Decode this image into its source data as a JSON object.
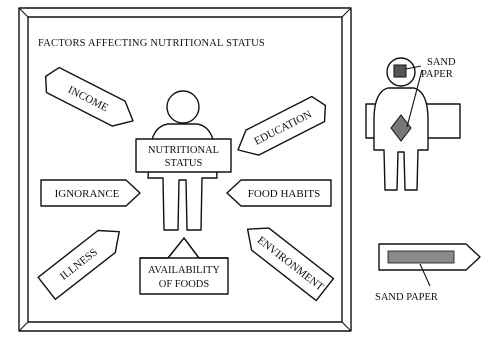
{
  "board": {
    "title": "FACTORS AFFECTING NUTRITIONAL STATUS"
  },
  "center": {
    "line1": "NUTRITIONAL",
    "line2": "STATUS"
  },
  "factors": {
    "income": "INCOME",
    "education": "EDUCATION",
    "ignorance": "IGNORANCE",
    "food_habits": "FOOD HABITS",
    "illness": "ILLNESS",
    "environment": "ENVIRONMENT",
    "availability_line1": "AVAILABILITY",
    "availability_line2": "OF FOODS"
  },
  "side": {
    "figure_label_line1": "SAND",
    "figure_label_line2": "PAPER",
    "strip_label": "SAND PAPER"
  }
}
